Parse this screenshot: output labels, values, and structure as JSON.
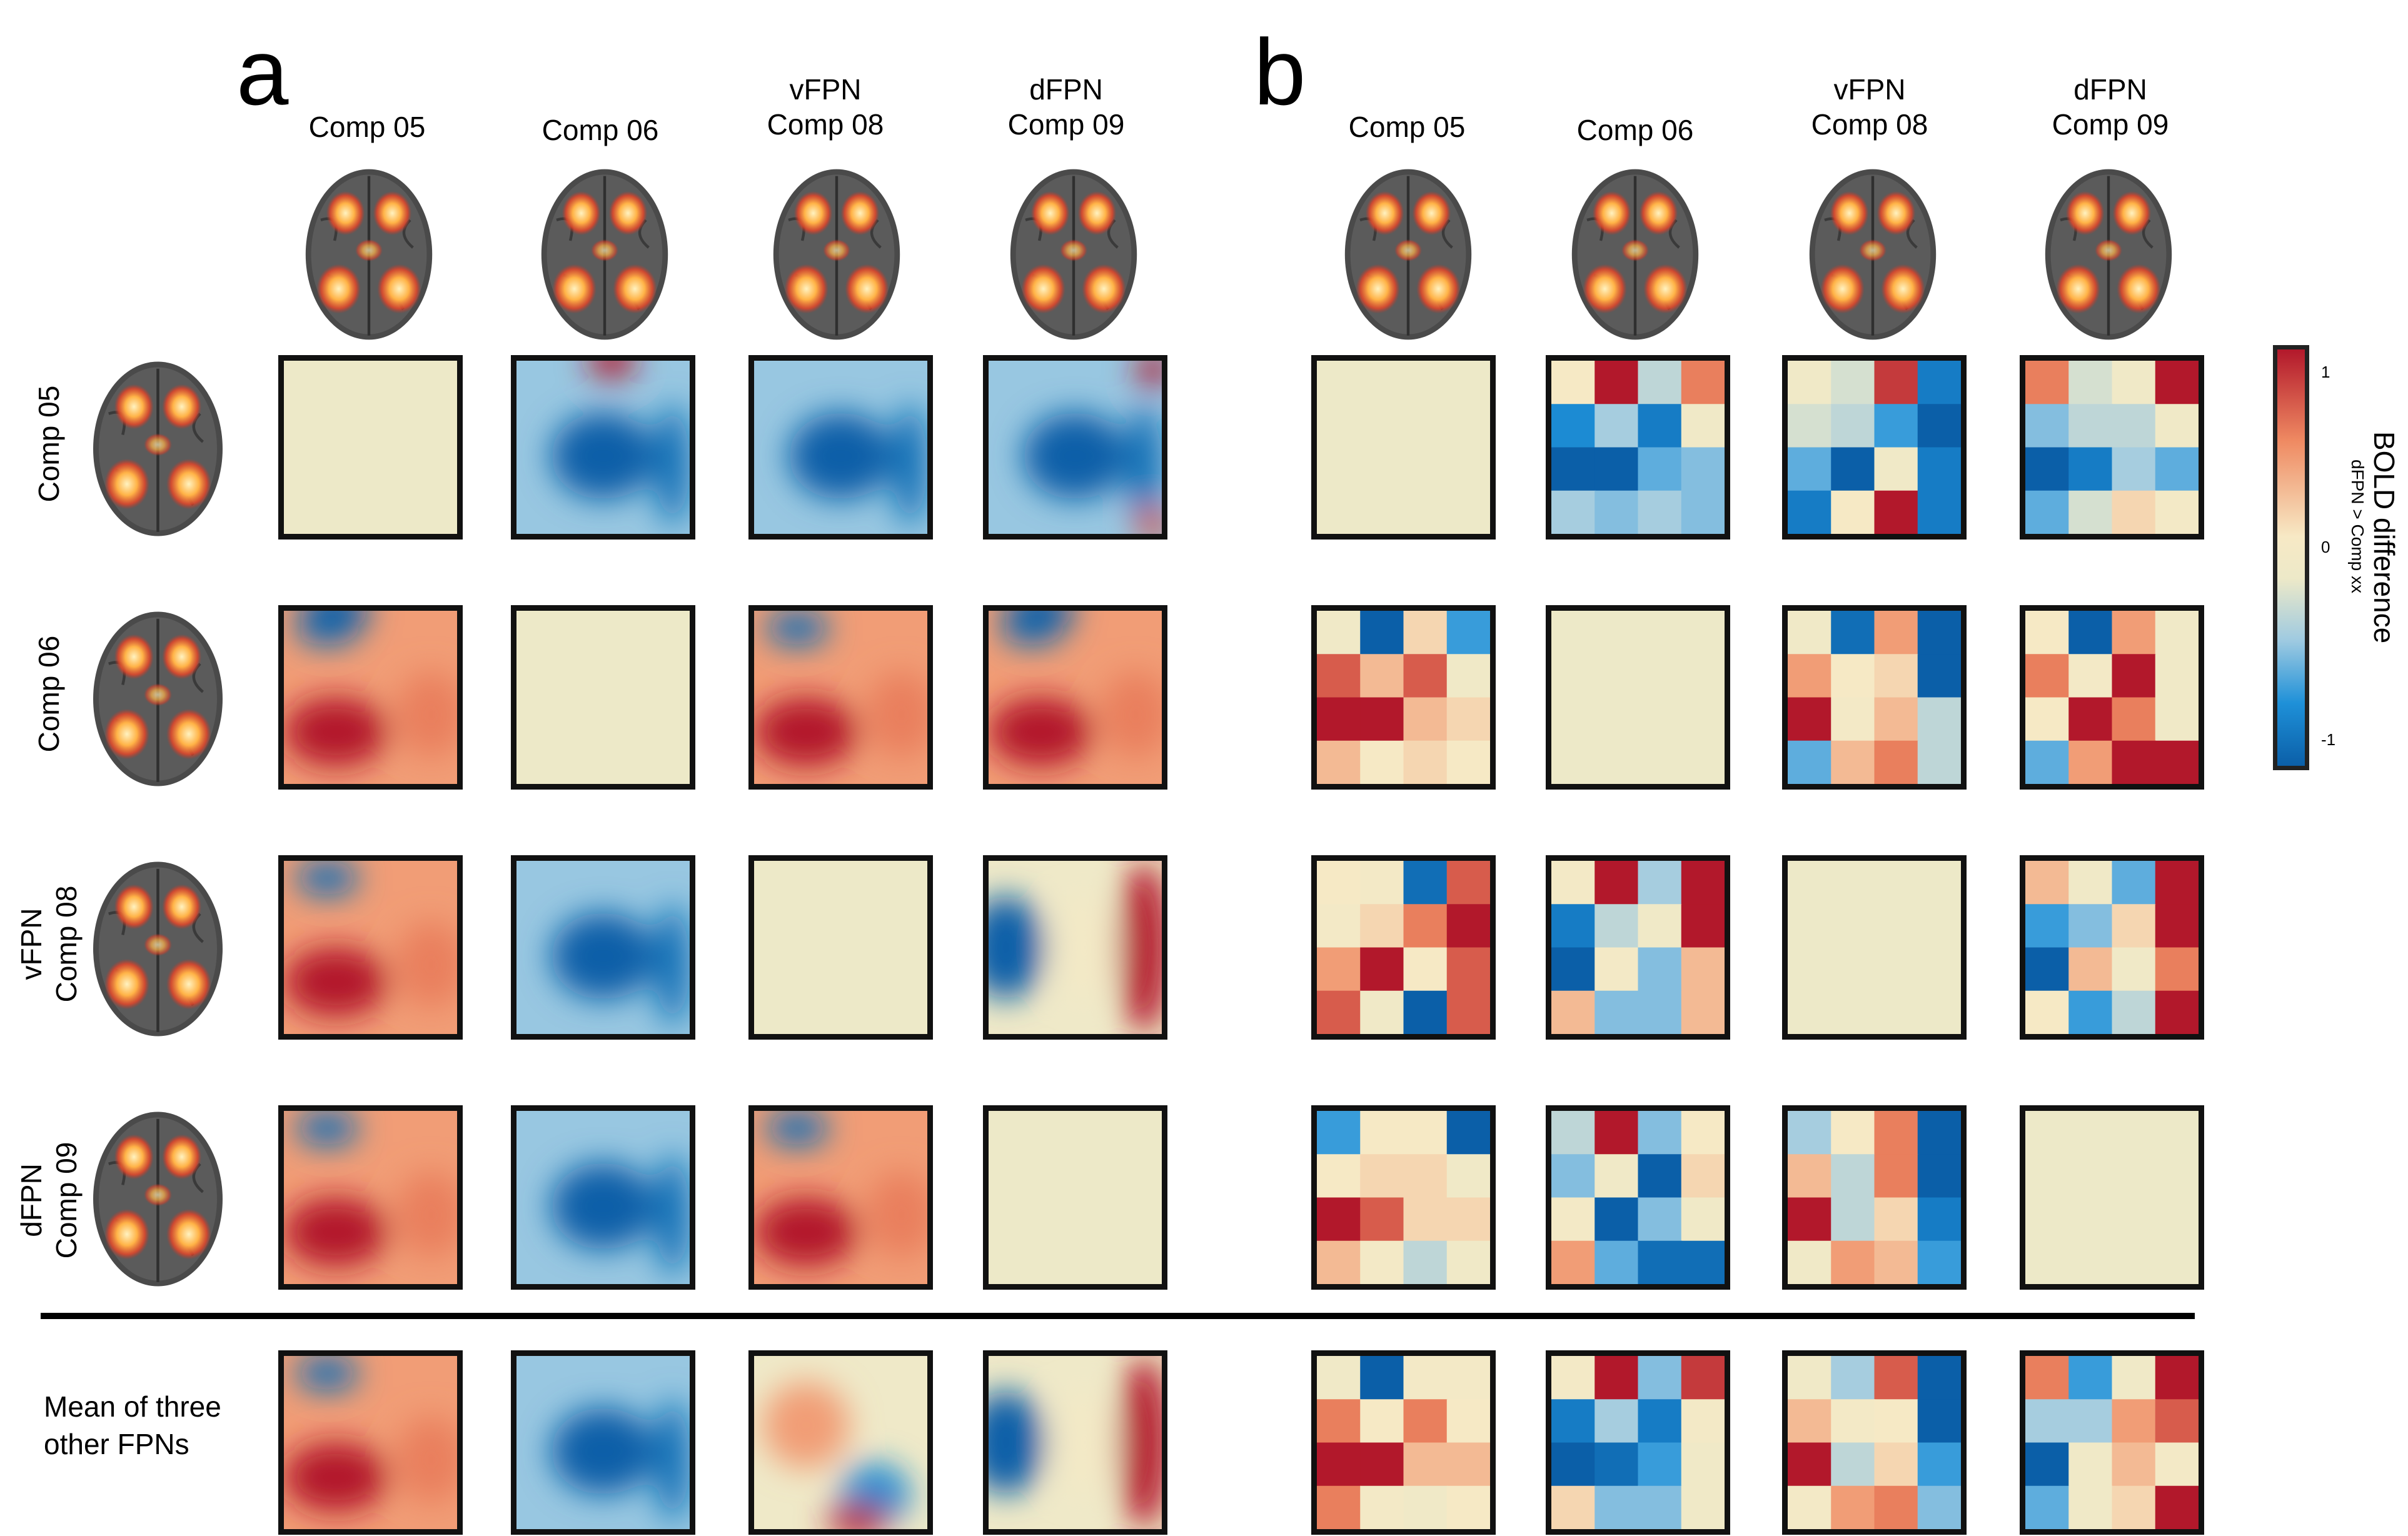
{
  "panels": [
    {
      "letter": "a",
      "columns": [
        "Comp 05",
        "Comp 06",
        "vFPN\nComp 08",
        "dFPN\nComp 09"
      ]
    },
    {
      "letter": "b",
      "columns": [
        "Comp 05",
        "Comp 06",
        "vFPN\nComp 08",
        "dFPN\nComp 09"
      ]
    }
  ],
  "rows": [
    "Comp 05",
    "Comp 06",
    "vFPN\nComp 08",
    "dFPN\nComp 09"
  ],
  "mean_row_label": "Mean of three\nother FPNs",
  "colorbar": {
    "title": "BOLD difference",
    "subtitle": "dFPN > Comp xx",
    "ticks": [
      "1",
      "0",
      "-1"
    ],
    "colors": [
      "#b2182b",
      "#ef8a62",
      "#f7e9c5",
      "#ede9c8",
      "#9ecae1",
      "#1e90d8",
      "#0b5fa8"
    ]
  },
  "chart_data": {
    "type": "heatmap",
    "value_range": [
      -1,
      1
    ],
    "panel_a_smooth": [
      [
        null,
        "blue-dominant, red top",
        "blue-dominant",
        "blue-dominant, red corners"
      ],
      [
        "red-dominant, blue top",
        null,
        "red-dominant",
        "red-dominant, blue top"
      ],
      [
        "red-dominant",
        "blue-dominant",
        null,
        "blue-left, red-right"
      ],
      [
        "red-dominant",
        "blue-dominant",
        "red-dominant",
        null
      ]
    ],
    "panel_a_mean": [
      "red-dominant",
      "blue-dominant",
      "mixed",
      "blue-left, red-right"
    ],
    "panel_b_grids": [
      [
        null,
        [
          [
            0.3,
            1,
            -0.2,
            0.7
          ],
          [
            -0.7,
            -0.3,
            -0.8,
            0.1
          ],
          [
            -1,
            -1,
            -0.5,
            -0.4
          ],
          [
            -0.3,
            -0.4,
            -0.3,
            -0.4
          ]
        ],
        [
          [
            0.1,
            -0.1,
            0.9,
            -0.8
          ],
          [
            -0.1,
            -0.2,
            -0.6,
            -1
          ],
          [
            -0.5,
            -1,
            0.1,
            -0.8
          ],
          [
            -0.8,
            0.3,
            1,
            -0.8
          ]
        ],
        [
          [
            0.7,
            -0.1,
            0.1,
            1
          ],
          [
            -0.4,
            -0.2,
            -0.2,
            0.1
          ],
          [
            -1,
            -0.8,
            -0.3,
            -0.5
          ],
          [
            -0.5,
            -0.1,
            0.4,
            0.2
          ]
        ]
      ],
      [
        [
          [
            0.1,
            -1,
            0.4,
            -0.6
          ],
          [
            0.8,
            0.5,
            0.8,
            0.1
          ],
          [
            1,
            1,
            0.5,
            0.4
          ],
          [
            0.5,
            0.3,
            0.4,
            0.3
          ]
        ],
        null,
        [
          [
            0.1,
            -0.9,
            0.6,
            -1
          ],
          [
            0.6,
            0.3,
            0.4,
            -1
          ],
          [
            1,
            0.2,
            0.5,
            -0.2
          ],
          [
            -0.5,
            0.5,
            0.7,
            -0.2
          ]
        ],
        [
          [
            0.3,
            -1,
            0.6,
            0.1
          ],
          [
            0.7,
            0.2,
            1,
            0.1
          ],
          [
            0.3,
            1,
            0.7,
            0.1
          ],
          [
            -0.5,
            0.6,
            1,
            1
          ]
        ]
      ],
      [
        [
          [
            0.3,
            0.2,
            -0.9,
            0.8
          ],
          [
            0.2,
            0.4,
            0.7,
            1
          ],
          [
            0.6,
            1,
            0.3,
            0.8
          ],
          [
            0.8,
            0.1,
            -1,
            0.8
          ]
        ],
        [
          [
            0.2,
            1,
            -0.3,
            1
          ],
          [
            -0.8,
            -0.2,
            0.1,
            1
          ],
          [
            -1,
            0.2,
            -0.4,
            0.5
          ],
          [
            0.5,
            -0.4,
            -0.4,
            0.5
          ]
        ],
        null,
        [
          [
            0.5,
            0.1,
            -0.5,
            1
          ],
          [
            -0.6,
            -0.4,
            0.4,
            1
          ],
          [
            -1,
            0.5,
            0.1,
            0.7
          ],
          [
            0.3,
            -0.6,
            -0.2,
            1
          ]
        ]
      ],
      [
        [
          [
            -0.6,
            0.3,
            0.3,
            -1
          ],
          [
            0.3,
            0.4,
            0.4,
            0.1
          ],
          [
            1,
            0.8,
            0.4,
            0.4
          ],
          [
            0.5,
            0.2,
            -0.2,
            0.1
          ]
        ],
        [
          [
            -0.2,
            1,
            -0.4,
            0.3
          ],
          [
            -0.4,
            0.1,
            -1,
            0.4
          ],
          [
            0.2,
            -1,
            -0.4,
            0.1
          ],
          [
            0.6,
            -0.5,
            -0.9,
            -0.9
          ]
        ],
        [
          [
            -0.3,
            0.3,
            0.7,
            -1
          ],
          [
            0.5,
            -0.2,
            0.7,
            -1
          ],
          [
            1,
            -0.2,
            0.4,
            -0.8
          ],
          [
            0.1,
            0.6,
            0.5,
            -0.6
          ]
        ],
        null
      ]
    ],
    "panel_b_mean": [
      [
        [
          0.1,
          -1,
          0.2,
          0.2
        ],
        [
          0.7,
          0.3,
          0.7,
          0.3
        ],
        [
          1,
          1,
          0.5,
          0.5
        ],
        [
          0.7,
          0.2,
          0.1,
          0.3
        ]
      ],
      [
        [
          0.2,
          1,
          -0.4,
          0.9
        ],
        [
          -0.8,
          -0.3,
          -0.8,
          0.2
        ],
        [
          -1,
          -0.9,
          -0.6,
          0.1
        ],
        [
          0.4,
          -0.4,
          -0.4,
          0.1
        ]
      ],
      [
        [
          0.1,
          -0.3,
          0.8,
          -1
        ],
        [
          0.5,
          0.2,
          0.3,
          -1
        ],
        [
          1,
          -0.2,
          0.4,
          -0.6
        ],
        [
          0.2,
          0.6,
          0.7,
          -0.4
        ]
      ],
      [
        [
          0.7,
          -0.6,
          0.1,
          1
        ],
        [
          -0.3,
          -0.3,
          0.6,
          0.8
        ],
        [
          -1,
          0.1,
          0.5,
          0.2
        ],
        [
          -0.5,
          0.1,
          0.4,
          1
        ]
      ]
    ]
  }
}
